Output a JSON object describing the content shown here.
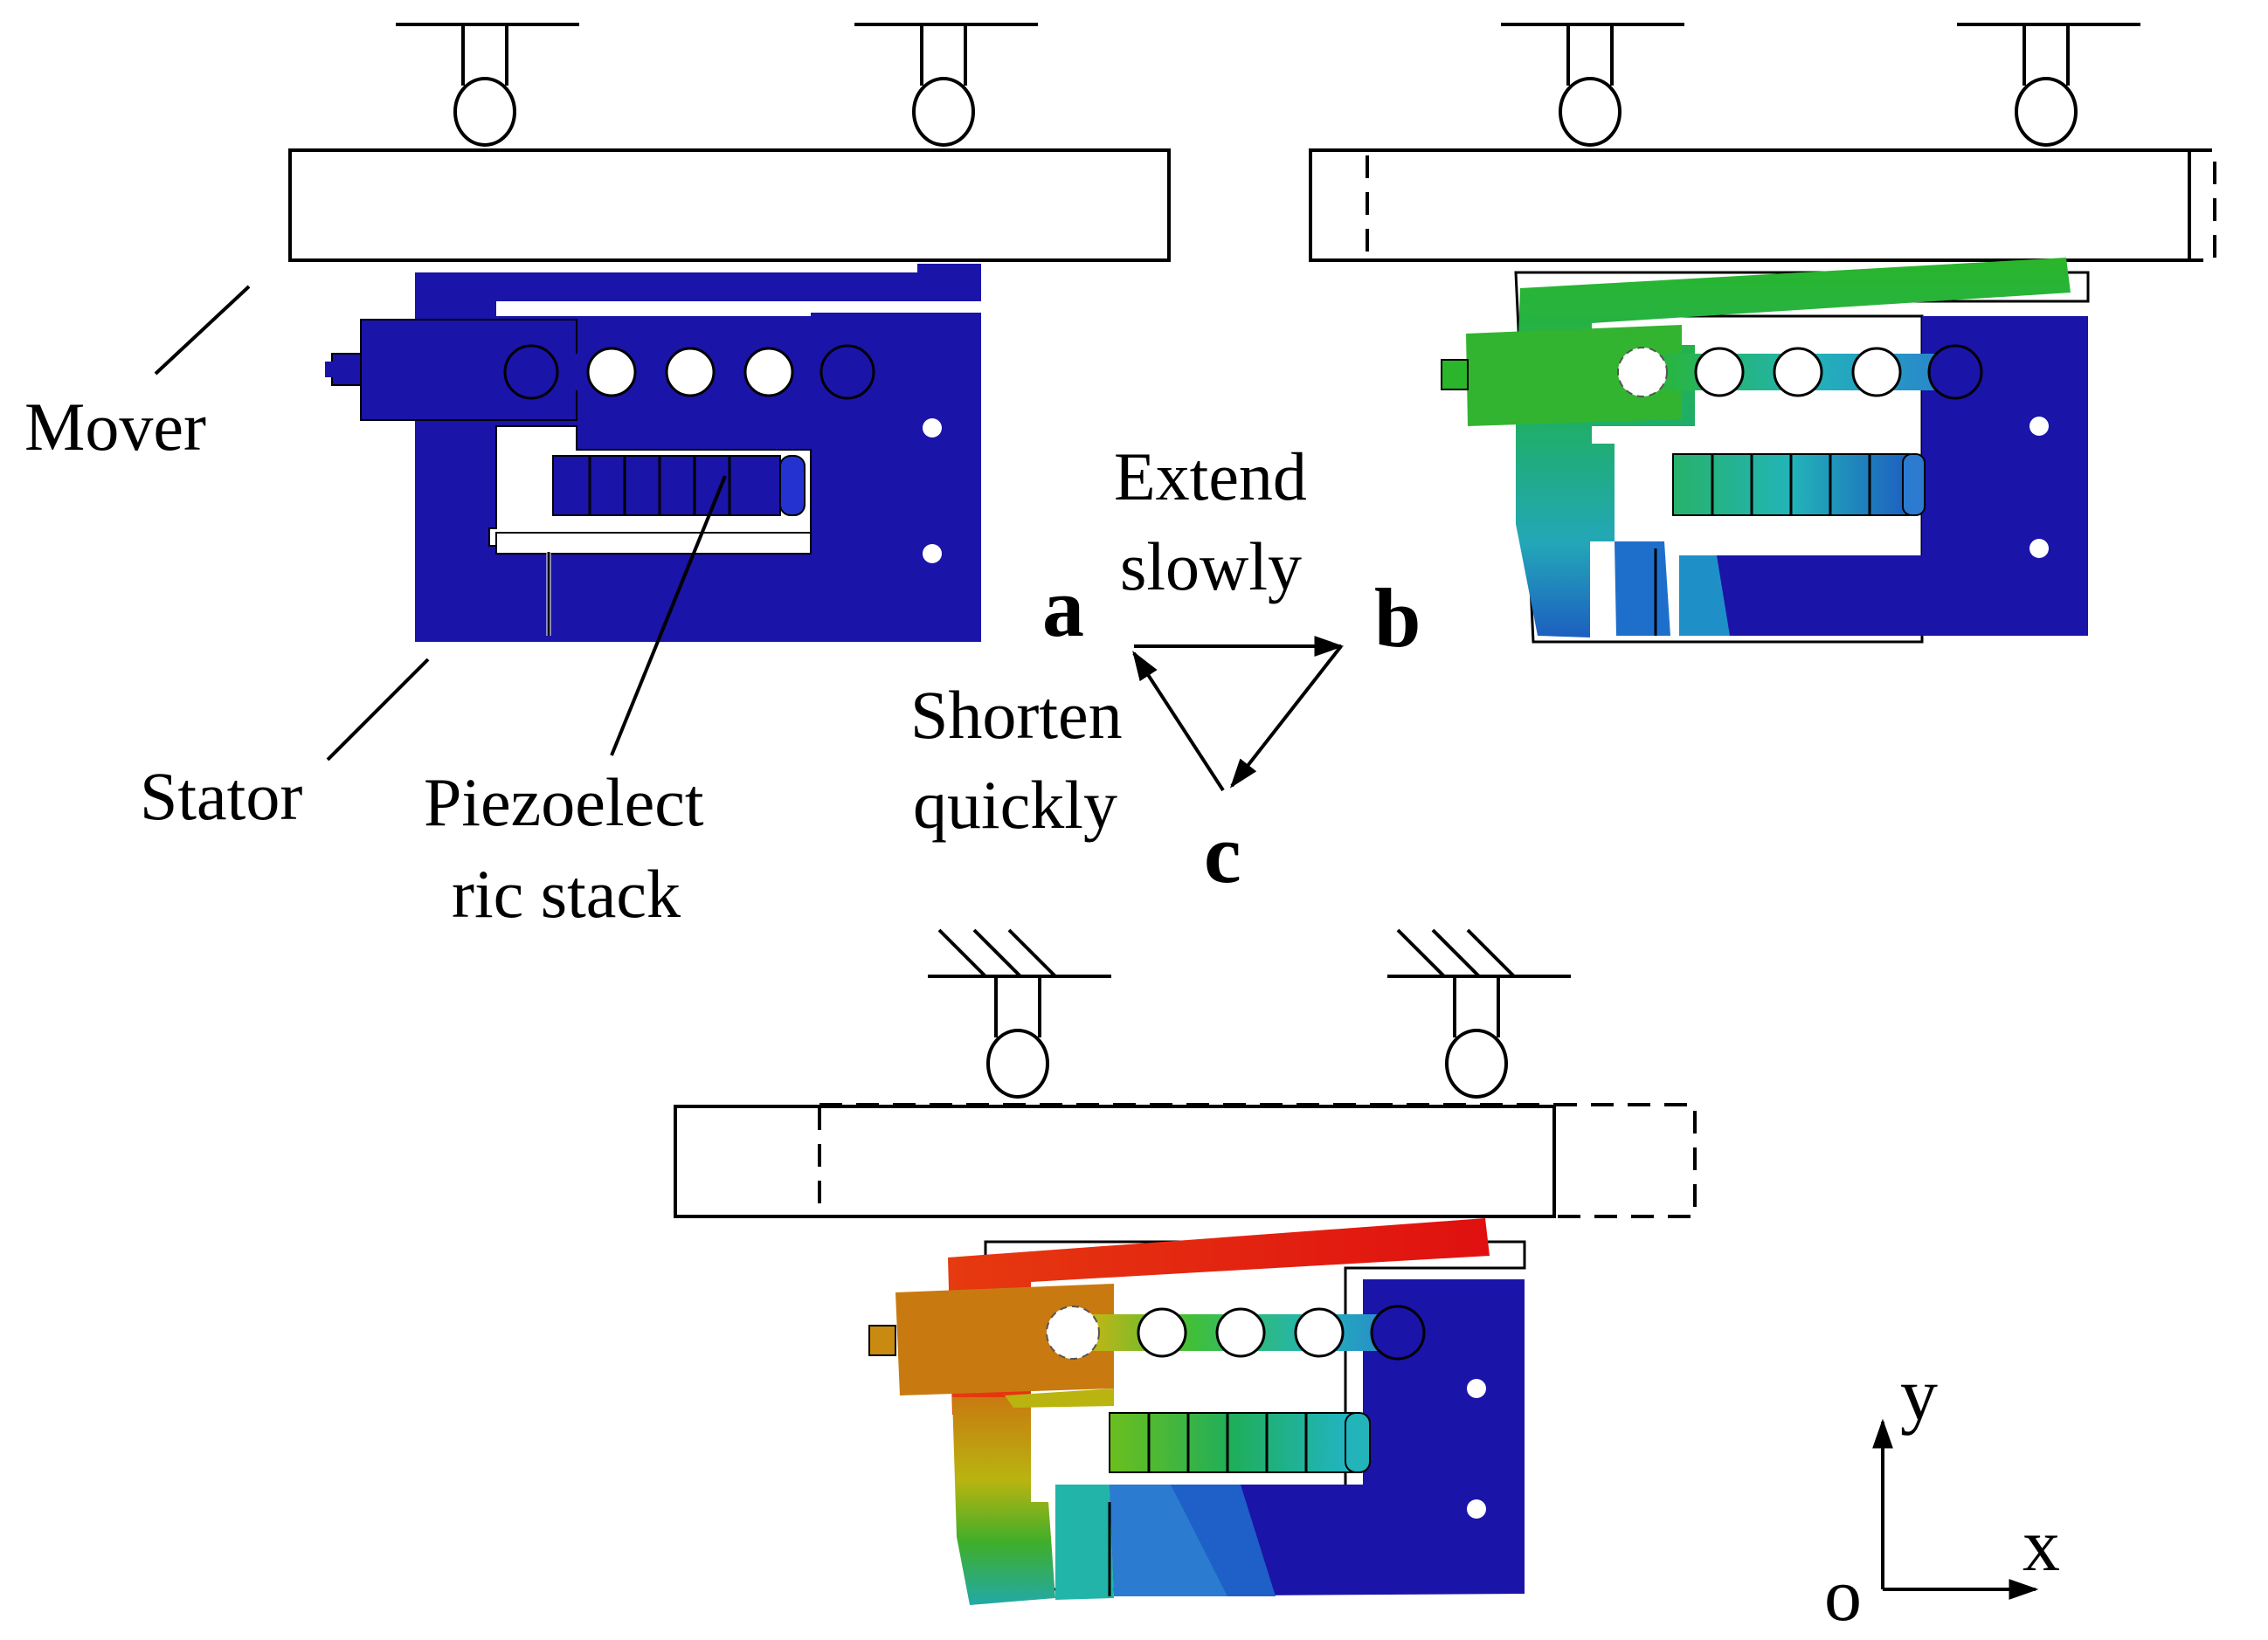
{
  "labels": {
    "mover": "Mover",
    "stator": "Stator",
    "piezo_line1": "Piezoelect",
    "piezo_line2": "ric stack",
    "extend_line1": "Extend",
    "extend_line2": "slowly",
    "shorten_line1": "Shorten",
    "shorten_line2": "quickly",
    "state_a": "a",
    "state_b": "b",
    "state_c": "c",
    "axis_y": "y",
    "axis_x": "x",
    "axis_origin": "o"
  },
  "colors": {
    "stator_blue": "#1a14a8",
    "deform_green": "#2ab52a",
    "deform_cyan": "#22b4b8",
    "deform_teal": "#1f9fa0",
    "deform_lightblue": "#2b7bd0",
    "deform_red": "#e01010",
    "deform_orange": "#c87a10",
    "deform_yellow": "#b9b410"
  }
}
